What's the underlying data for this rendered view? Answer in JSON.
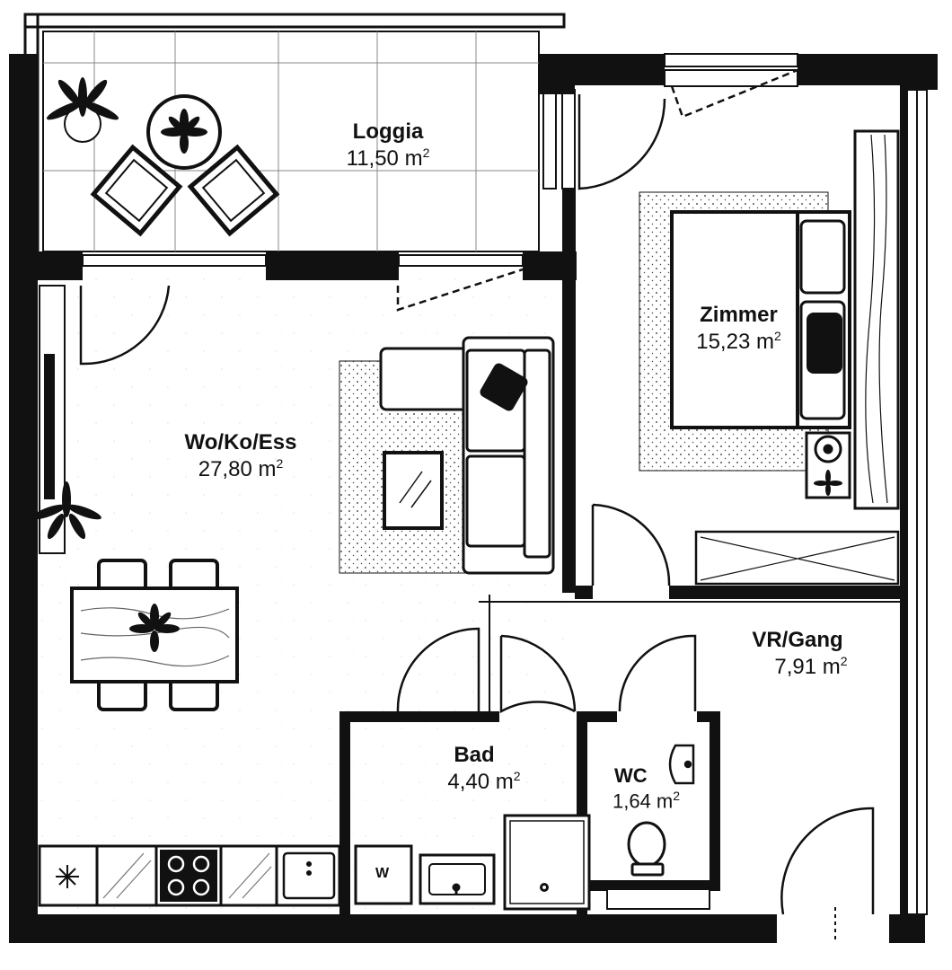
{
  "rooms": [
    {
      "id": "loggia",
      "name": "Loggia",
      "area_num": "11,50 m",
      "unit_exp": "2"
    },
    {
      "id": "wokoess",
      "name": "Wo/Ko/Ess",
      "area_num": "27,80 m",
      "unit_exp": "2"
    },
    {
      "id": "zimmer",
      "name": "Zimmer",
      "area_num": "15,23 m",
      "unit_exp": "2"
    },
    {
      "id": "vrgang",
      "name": "VR/Gang",
      "area_num": "7,91 m",
      "unit_exp": "2"
    },
    {
      "id": "bad",
      "name": "Bad",
      "area_num": "4,40 m",
      "unit_exp": "2"
    },
    {
      "id": "wc",
      "name": "WC",
      "area_num": "1,64 m",
      "unit_exp": "2"
    }
  ],
  "fixtures": {
    "washer_label": "W"
  },
  "icons": [
    "potted-plant-icon",
    "stove-icon",
    "sink-icon",
    "toilet-icon",
    "shower-icon",
    "washing-machine-icon",
    "table-plant-icon"
  ],
  "colors": {
    "wall": "#111111",
    "floor": "#ffffff",
    "rug_dot": "#222222"
  }
}
